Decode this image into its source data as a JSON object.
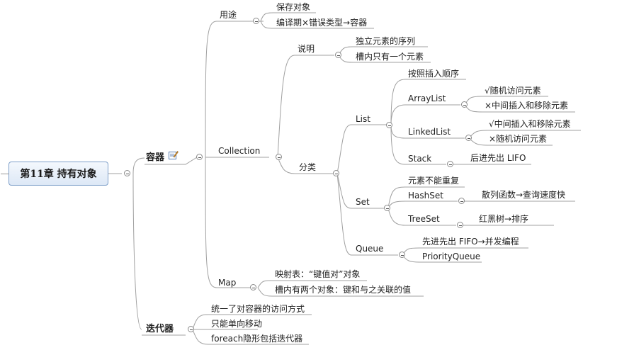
{
  "root": {
    "label": "第11章 持有对象"
  },
  "rongqi": {
    "label": "容器",
    "yongtu": {
      "label": "用途",
      "items": [
        "保存对象",
        "编译期×错误类型→容器"
      ]
    },
    "collection": {
      "label": "Collection",
      "shuoming": {
        "label": "说明",
        "items": [
          "独立元素的序列",
          "槽内只有一个元素"
        ]
      },
      "fenlei": {
        "label": "分类",
        "list": {
          "label": "List",
          "note": "按照插入顺序",
          "arraylist": {
            "label": "ArrayList",
            "items": [
              "√随机访问元素",
              "×中间插入和移除元素"
            ]
          },
          "linkedlist": {
            "label": "LinkedList",
            "items": [
              "√中间插入和移除元素",
              "×随机访问元素"
            ]
          },
          "stack": {
            "label": "Stack",
            "item": "后进先出 LIFO"
          }
        },
        "set": {
          "label": "Set",
          "note": "元素不能重复",
          "hashset": {
            "label": "HashSet",
            "item": "散列函数→查询速度快"
          },
          "treeset": {
            "label": "TreeSet",
            "item": "红黑树→排序"
          }
        },
        "queue": {
          "label": "Queue",
          "items": [
            "先进先出 FIFO→并发编程",
            "PriorityQueue"
          ]
        }
      }
    },
    "map": {
      "label": "Map",
      "items": [
        "映射表：“键值对”对象",
        "槽内有两个对象：键和与之关联的值"
      ]
    }
  },
  "diedaiqi": {
    "label": "迭代器",
    "items": [
      "统一了对容器的访问方式",
      "只能单向移动",
      "foreach隐形包括迭代器"
    ]
  }
}
